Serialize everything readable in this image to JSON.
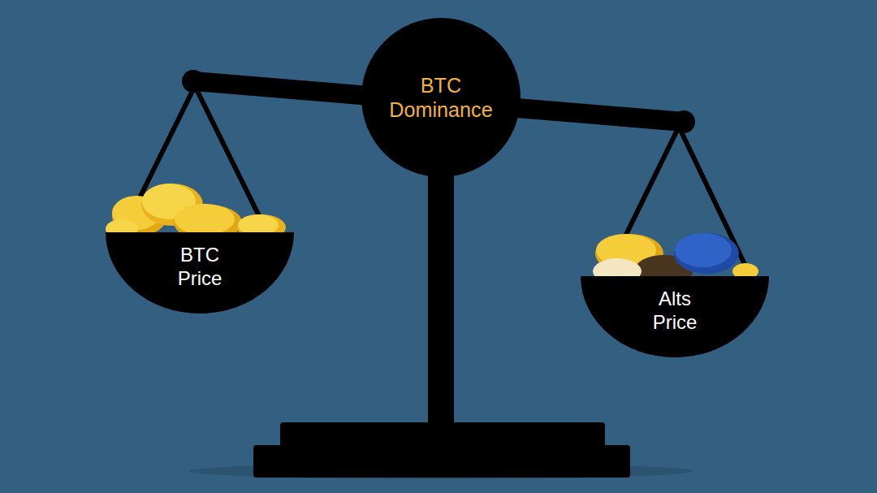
{
  "diagram": {
    "nodes": [
      {
        "text": [
          "BTC Dominance"
        ]
      },
      {
        "text": [
          "BTC Price"
        ]
      },
      {
        "text": [
          "Alts Price"
        ]
      }
    ]
  }
}
